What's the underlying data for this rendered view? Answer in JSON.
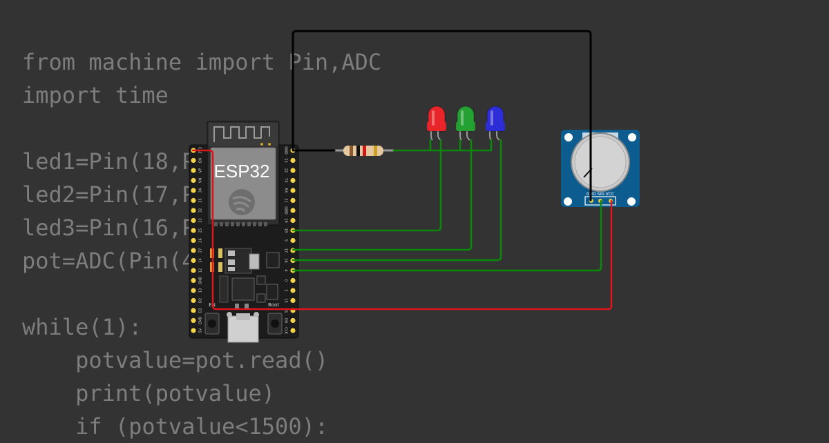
{
  "code": {
    "lines": [
      "from machine import Pin,ADC",
      "import time",
      "",
      "led1=Pin(18,Pin.OUT)",
      "led2=Pin(17,Pin.OUT)",
      "led3=Pin(16,Pin.OUT)",
      "pot=ADC(Pin(4))",
      "",
      "while(1):",
      "    potvalue=pot.read()",
      "    print(potvalue)",
      "    if (potvalue<1500):"
    ]
  },
  "esp32": {
    "title": "ESP32",
    "left_pins": [
      "3V3",
      "EN",
      "VP",
      "VN",
      "34",
      "35",
      "32",
      "33",
      "25",
      "26",
      "27",
      "14",
      "12",
      "GND",
      "13",
      "D2",
      "D3",
      "CMD",
      "5V"
    ],
    "right_pins": [
      "GND",
      "23",
      "22",
      "TX",
      "RX",
      "21",
      "GND",
      "19",
      "18",
      "5",
      "17",
      "16",
      "4",
      "0",
      "2",
      "15",
      "D1",
      "D0",
      "CLK"
    ],
    "en_label": "EN",
    "boot_label": "Boot"
  },
  "potentiometer": {
    "pin_labels": "GND SIG VCC"
  },
  "leds": [
    {
      "name": "red",
      "color": "#e8262a"
    },
    {
      "name": "green",
      "color": "#25a133"
    },
    {
      "name": "blue",
      "color": "#2e2ed8"
    }
  ],
  "colors": {
    "background": "#333333",
    "code_text": "#7d7d7d",
    "wire_green": "#0a8a0a",
    "wire_red": "#e0141b",
    "wire_black": "#000000",
    "board": "#1a1a1a",
    "pin_gold": "#f2d24a",
    "pot_board": "#0c5c8f"
  }
}
